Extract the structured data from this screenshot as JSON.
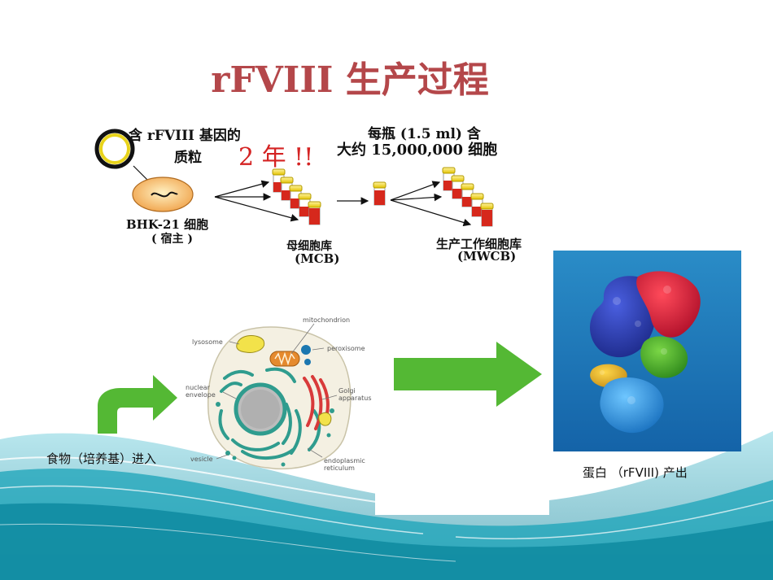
{
  "slide": {
    "title": "rFVIII 生产过程",
    "plasmid_label_line1": "含 rFVIII  基因的",
    "plasmid_label_line2": "质粒",
    "years_note": "2 年 !!",
    "vial_label_line1": "每瓶  (1.5 ml)  含",
    "vial_label_line2": "大约 15,000,000   细胞",
    "host_label_line1": "BHK-21  细胞",
    "host_label_line2": "( 宿主 )",
    "mcb_label_line1": "母细胞库",
    "mcb_label_line2": "(MCB)",
    "mwcb_label_line1": "生产工作细胞库",
    "mwcb_label_line2": "(MWCB)",
    "food_label": "食物（培养基）进入",
    "protein_label": "蛋白  （rFVIII)   产出",
    "cell_parts": {
      "mitochondrion": "mitochondrion",
      "lysosome": "lysosome",
      "peroxisome": "peroxisome",
      "nuclear_line1": "nuclear",
      "nuclear_line2": "envelope",
      "golgi_line1": "Golgi",
      "golgi_line2": "apparatus",
      "vesicle": "vesicle",
      "er_line1": "endoplasmic",
      "er_line2": "reticulum"
    },
    "colors": {
      "title": "#b4474a",
      "arrow_green": "#54b834",
      "accent_red": "#d42323",
      "wave_teal": "#1aa3b8"
    }
  }
}
